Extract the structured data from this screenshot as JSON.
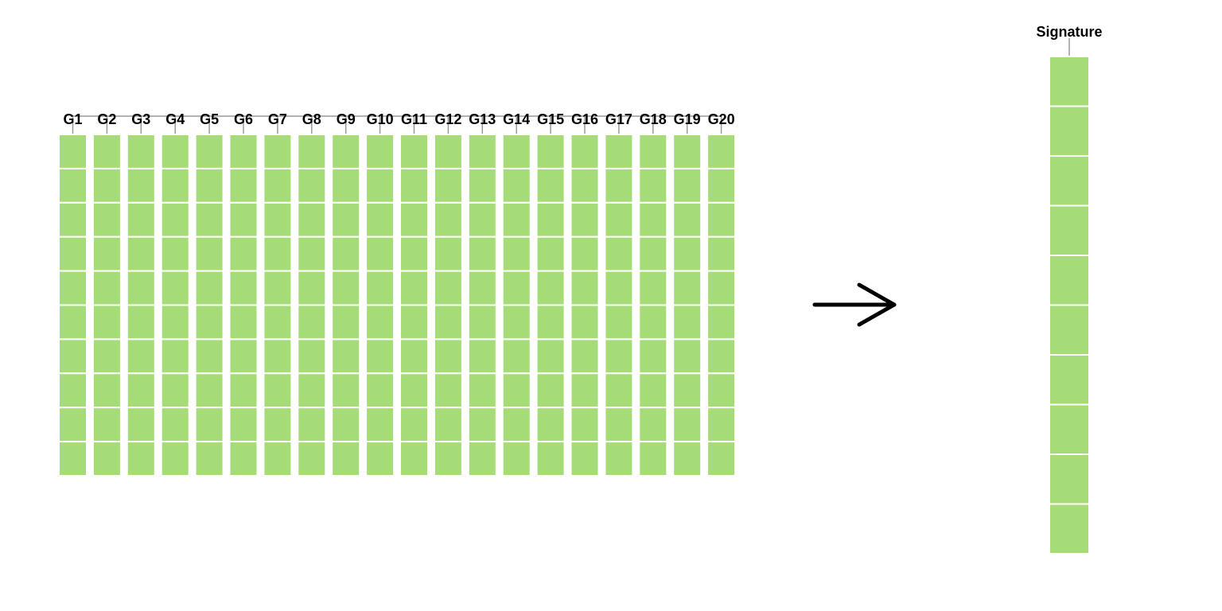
{
  "gene_matrix": {
    "columns": [
      "G1",
      "G2",
      "G3",
      "G4",
      "G5",
      "G6",
      "G7",
      "G8",
      "G9",
      "G10",
      "G11",
      "G12",
      "G13",
      "G14",
      "G15",
      "G16",
      "G17",
      "G18",
      "G19",
      "G20"
    ],
    "rows": 10
  },
  "signature": {
    "label": "Signature",
    "rows": 10
  },
  "colors": {
    "cell_fill": "#a6dc78",
    "cell_border": "#ffffff",
    "label_text": "#000000",
    "tick_line": "#9a9a9a",
    "arrow": "#000000"
  },
  "icons": {
    "arrow": "right-arrow-icon"
  }
}
